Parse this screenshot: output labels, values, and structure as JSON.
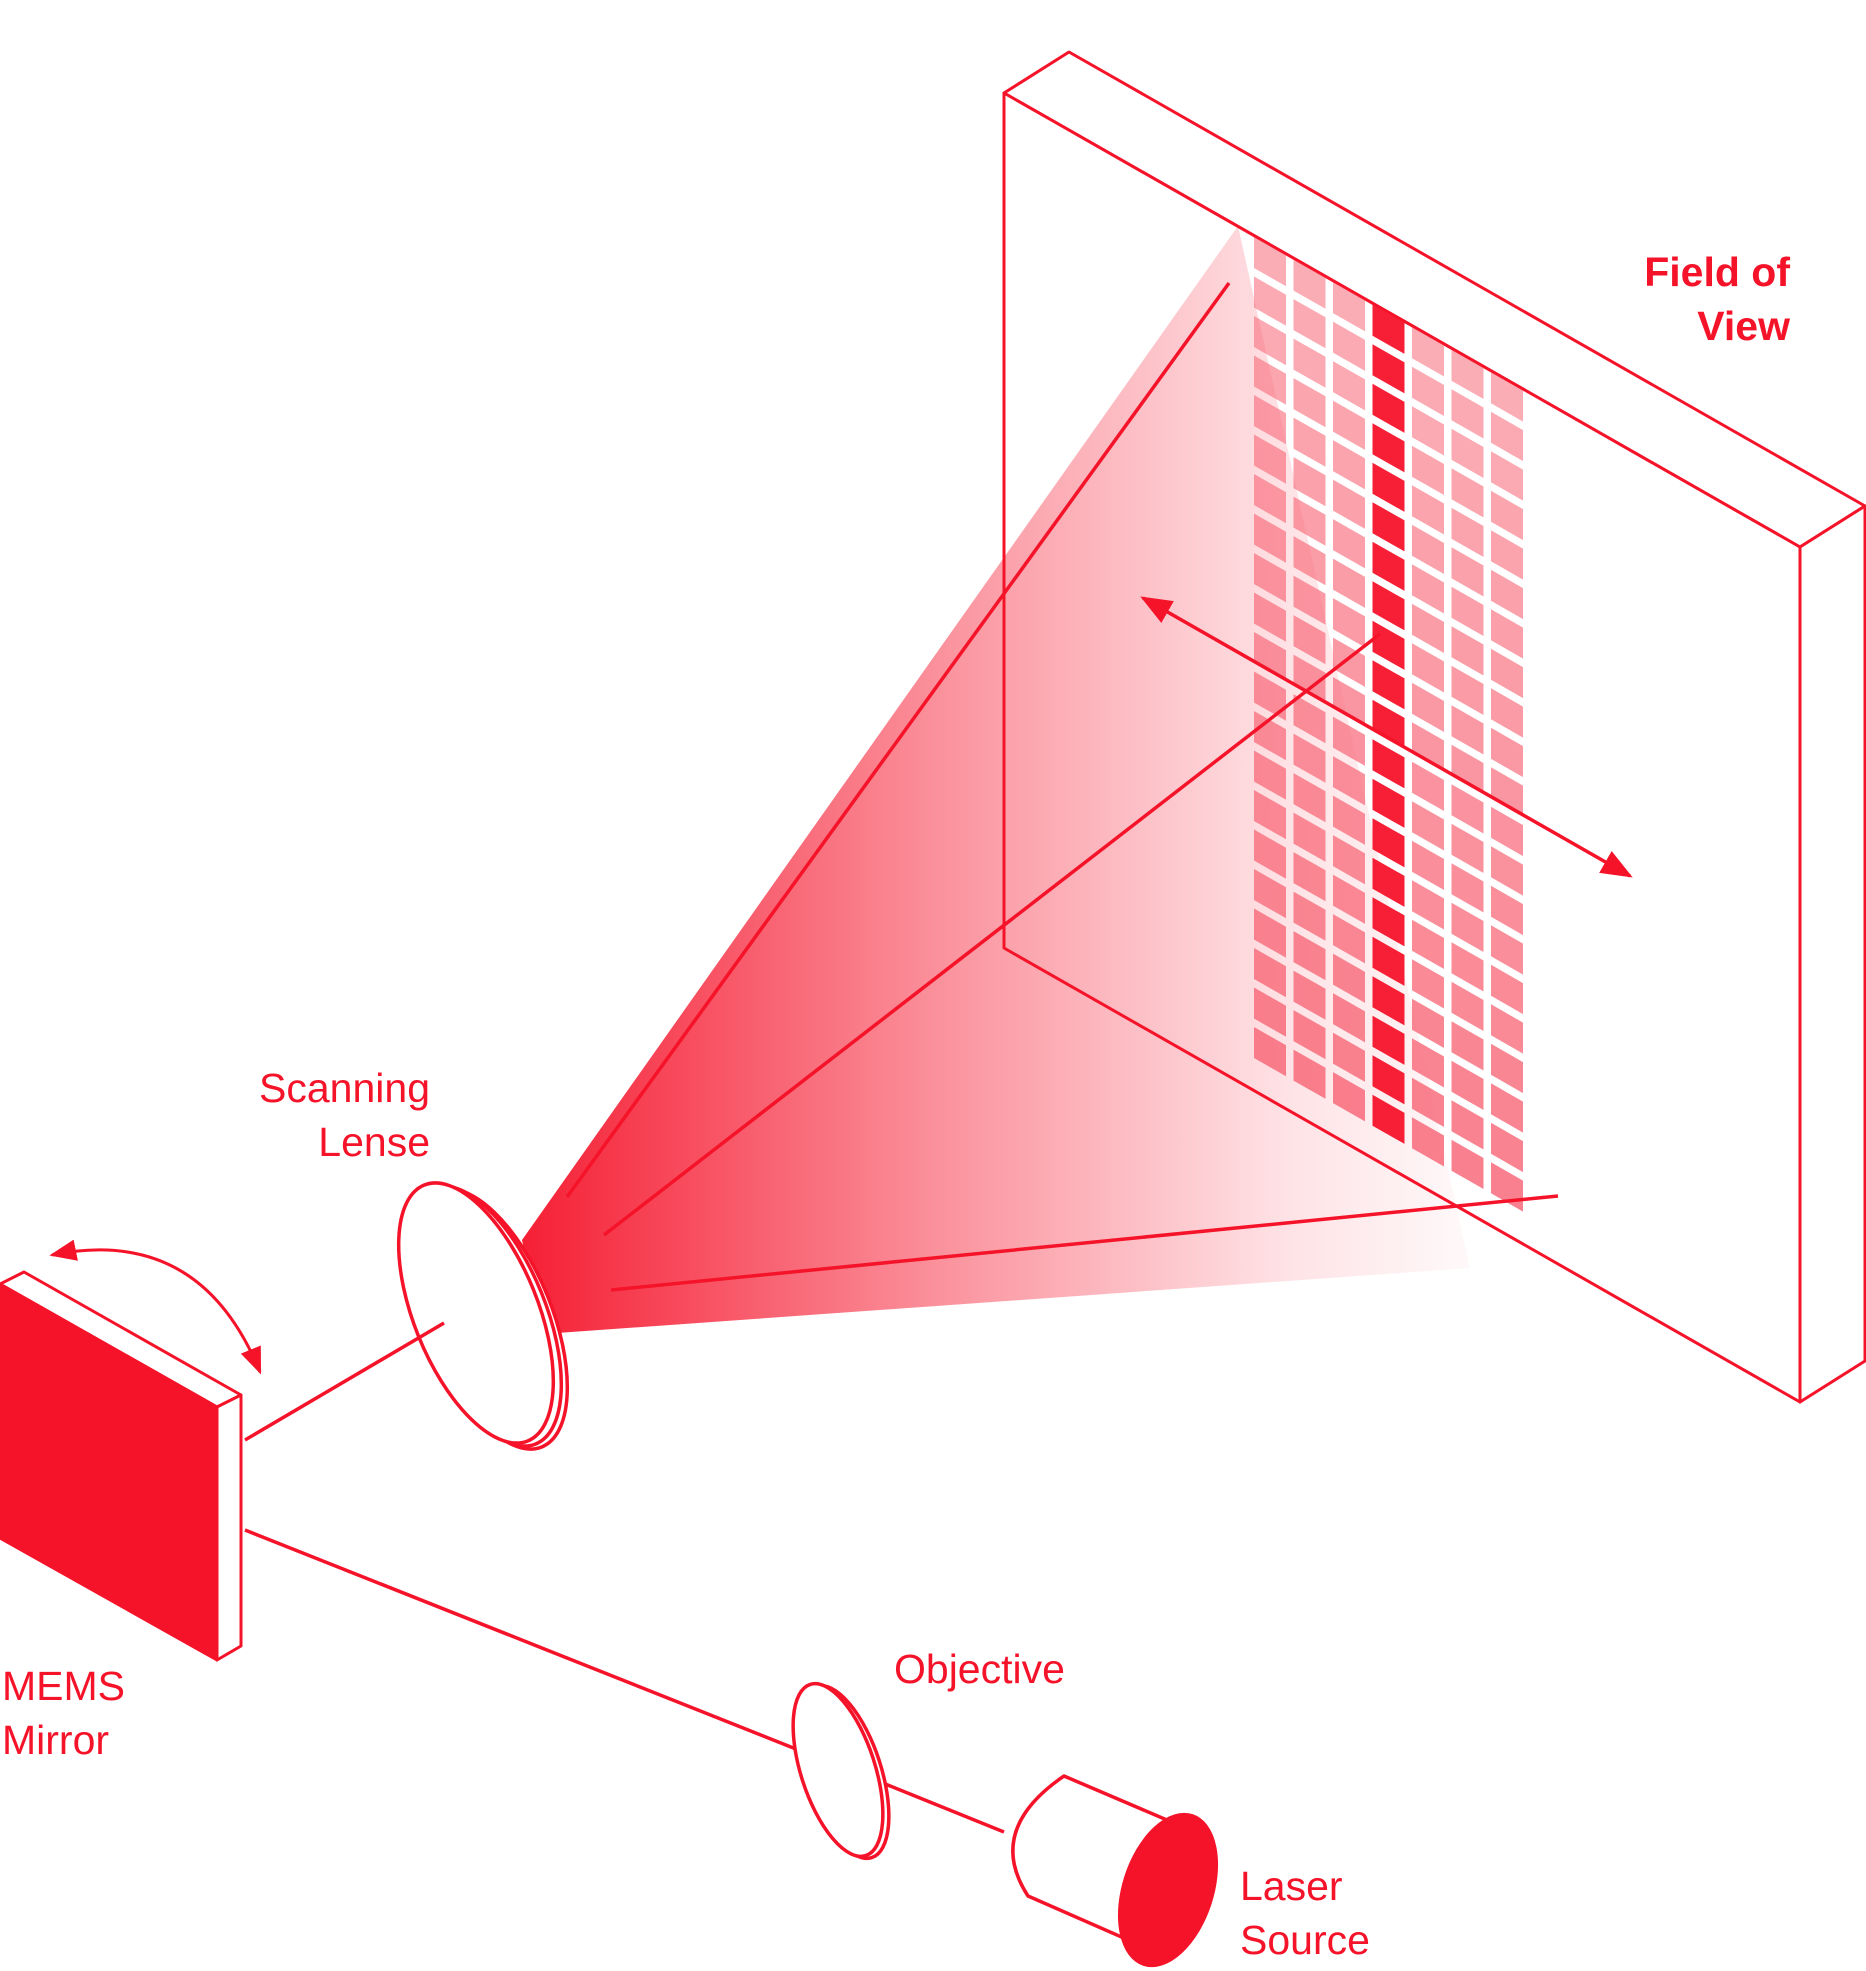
{
  "diagram": {
    "accent_color": "#f5132a",
    "labels": {
      "field_of_view": [
        "Field of",
        "View"
      ],
      "scanning_lens": [
        "Scanning",
        "Lense"
      ],
      "mems_mirror": [
        "MEMS",
        "Mirror"
      ],
      "objective": "Objective",
      "laser_source": [
        "Laser",
        "Source"
      ]
    },
    "grid": {
      "columns": 7,
      "rows": 21
    }
  }
}
